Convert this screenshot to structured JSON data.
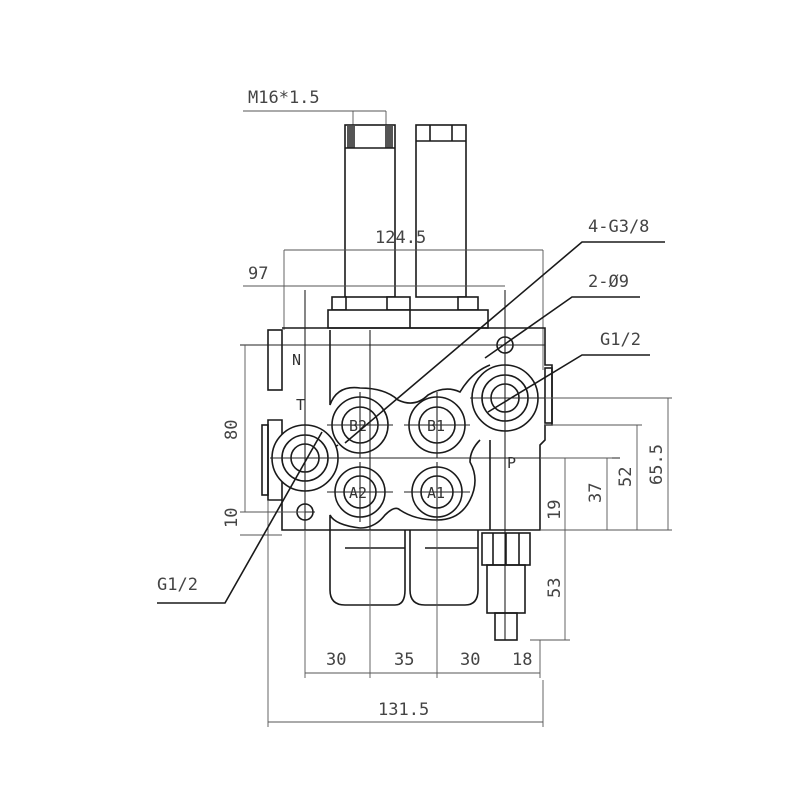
{
  "drawing": {
    "thread_label": "M16*1.5",
    "port_labels": {
      "b2": "B2",
      "b1": "B1",
      "a2": "A2",
      "a1": "A1",
      "n": "N",
      "t": "T",
      "p": "P"
    },
    "callouts": {
      "work_ports": "4-G3/8",
      "mount_holes": "2-Ø9",
      "inlet": "G1/2",
      "outlet": "G1/2"
    },
    "dimensions": {
      "overall_top": "124.5",
      "hole_spacing": "97",
      "height_left": "80",
      "offset_left": "10",
      "right_65": "65.5",
      "right_52": "52",
      "right_37": "37",
      "right_19": "19",
      "valve_53": "53",
      "bottom_30a": "30",
      "bottom_35": "35",
      "bottom_30b": "30",
      "bottom_18": "18",
      "overall_bottom": "131.5"
    }
  }
}
